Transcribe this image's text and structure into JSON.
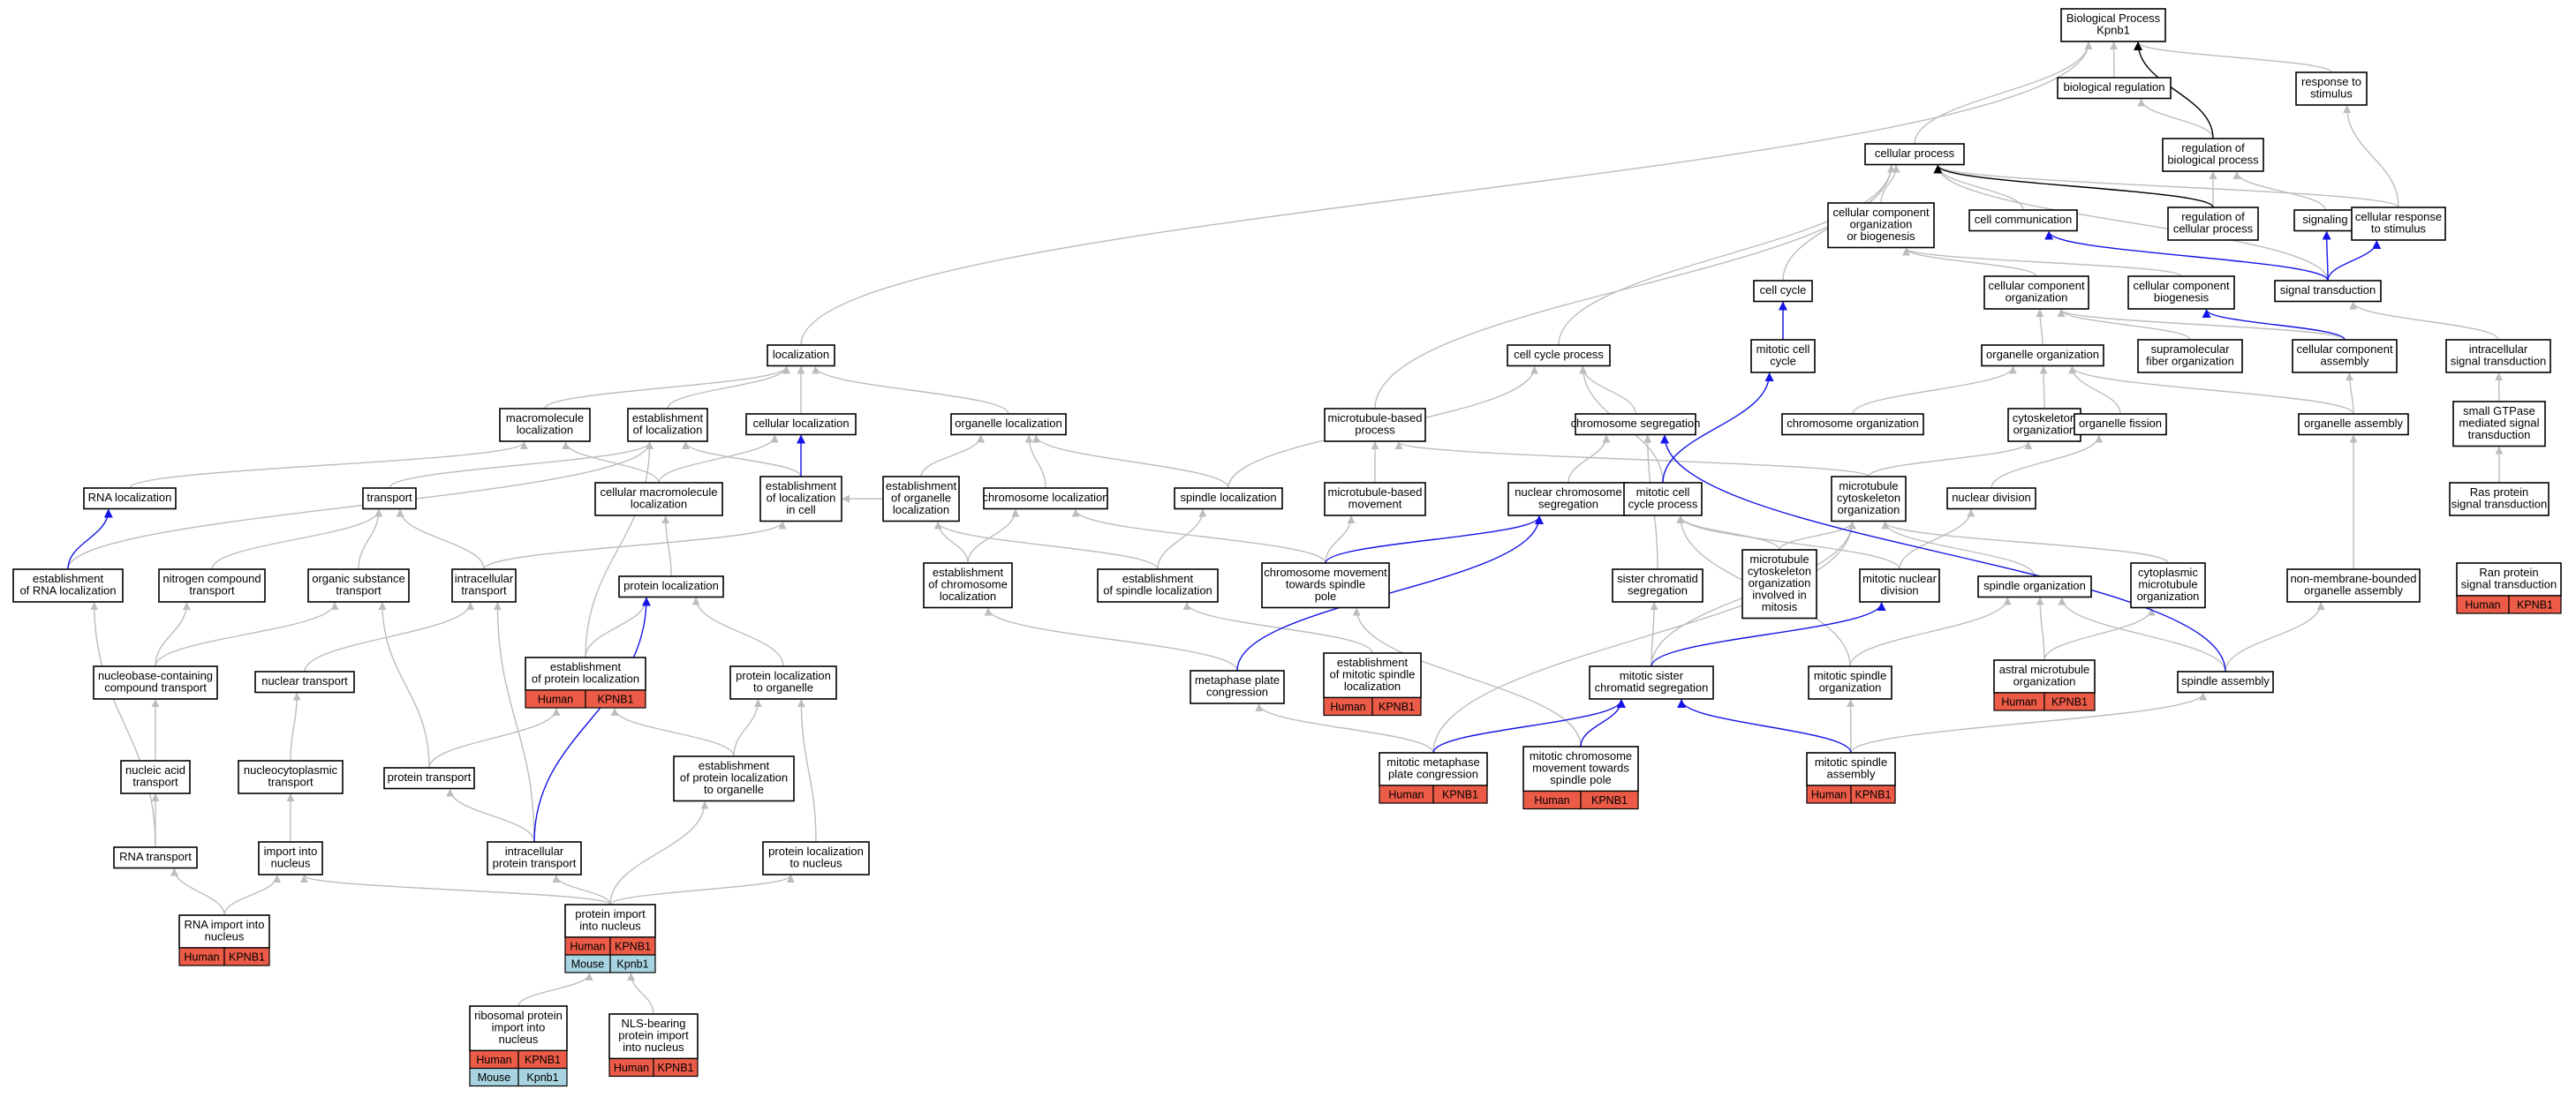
{
  "colors": {
    "edge_gray": "#bdbdbd",
    "edge_black": "#000000",
    "edge_blue": "#1414e6",
    "human_tag": "#ec5b47",
    "mouse_tag": "#a8d3e0"
  },
  "nodes": {
    "root": {
      "lines": [
        "Biological Process",
        "Kpnb1"
      ]
    },
    "biological_regulation": {
      "lines": [
        "biological regulation"
      ]
    },
    "response_to_stimulus": {
      "lines": [
        "response to",
        "stimulus"
      ]
    },
    "cellular_process": {
      "lines": [
        "cellular process"
      ]
    },
    "regulation_of_biological_process": {
      "lines": [
        "regulation of",
        "biological process"
      ]
    },
    "cellular_component_org_or_biogenesis": {
      "lines": [
        "cellular component",
        "organization",
        "or biogenesis"
      ]
    },
    "cell_communication": {
      "lines": [
        "cell communication"
      ]
    },
    "regulation_of_cellular_process": {
      "lines": [
        "regulation of",
        "cellular process"
      ]
    },
    "signaling": {
      "lines": [
        "signaling"
      ]
    },
    "cellular_response_to_stimulus": {
      "lines": [
        "cellular response",
        "to stimulus"
      ]
    },
    "cell_cycle": {
      "lines": [
        "cell cycle"
      ]
    },
    "cellular_component_organization": {
      "lines": [
        "cellular component",
        "organization"
      ]
    },
    "cellular_component_biogenesis": {
      "lines": [
        "cellular component",
        "biogenesis"
      ]
    },
    "signal_transduction": {
      "lines": [
        "signal transduction"
      ]
    },
    "localization": {
      "lines": [
        "localization"
      ]
    },
    "cell_cycle_process": {
      "lines": [
        "cell cycle process"
      ]
    },
    "mitotic_cell_cycle": {
      "lines": [
        "mitotic cell",
        "cycle"
      ]
    },
    "organelle_organization": {
      "lines": [
        "organelle organization"
      ]
    },
    "supramolecular_fiber_organization": {
      "lines": [
        "supramolecular",
        "fiber organization"
      ]
    },
    "cellular_component_assembly": {
      "lines": [
        "cellular component",
        "assembly"
      ]
    },
    "intracellular_signal_transduction": {
      "lines": [
        "intracellular",
        "signal transduction"
      ]
    },
    "macromolecule_localization": {
      "lines": [
        "macromolecule",
        "localization"
      ]
    },
    "establishment_of_localization": {
      "lines": [
        "establishment",
        "of localization"
      ]
    },
    "cellular_localization": {
      "lines": [
        "cellular localization"
      ]
    },
    "organelle_localization": {
      "lines": [
        "organelle localization"
      ]
    },
    "microtubule_based_process": {
      "lines": [
        "microtubule-based",
        "process"
      ]
    },
    "chromosome_segregation": {
      "lines": [
        "chromosome segregation"
      ]
    },
    "chromosome_organization": {
      "lines": [
        "chromosome organization"
      ]
    },
    "cytoskeleton_organization": {
      "lines": [
        "cytoskeleton",
        "organization"
      ]
    },
    "organelle_fission": {
      "lines": [
        "organelle fission"
      ]
    },
    "organelle_assembly": {
      "lines": [
        "organelle assembly"
      ]
    },
    "small_gtpase_signal_transduction": {
      "lines": [
        "small GTPase",
        "mediated signal",
        "transduction"
      ]
    },
    "rna_localization": {
      "lines": [
        "RNA localization"
      ]
    },
    "transport": {
      "lines": [
        "transport"
      ]
    },
    "cellular_macromolecule_localization": {
      "lines": [
        "cellular macromolecule",
        "localization"
      ]
    },
    "establishment_of_localization_in_cell": {
      "lines": [
        "establishment",
        "of localization",
        "in cell"
      ]
    },
    "establishment_of_organelle_localization": {
      "lines": [
        "establishment",
        "of organelle",
        "localization"
      ]
    },
    "chromosome_localization": {
      "lines": [
        "chromosome localization"
      ]
    },
    "spindle_localization": {
      "lines": [
        "spindle localization"
      ]
    },
    "microtubule_based_movement": {
      "lines": [
        "microtubule-based",
        "movement"
      ]
    },
    "nuclear_chromosome_segregation": {
      "lines": [
        "nuclear chromosome",
        "segregation"
      ]
    },
    "mitotic_cell_cycle_process": {
      "lines": [
        "mitotic cell",
        "cycle process"
      ]
    },
    "microtubule_cytoskeleton_organization": {
      "lines": [
        "microtubule",
        "cytoskeleton",
        "organization"
      ]
    },
    "nuclear_division": {
      "lines": [
        "nuclear division"
      ]
    },
    "ras_protein_signal_transduction": {
      "lines": [
        "Ras protein",
        "signal transduction"
      ]
    },
    "establishment_of_rna_localization": {
      "lines": [
        "establishment",
        "of RNA localization"
      ]
    },
    "nitrogen_compound_transport": {
      "lines": [
        "nitrogen compound",
        "transport"
      ]
    },
    "organic_substance_transport": {
      "lines": [
        "organic substance",
        "transport"
      ]
    },
    "intracellular_transport": {
      "lines": [
        "intracellular",
        "transport"
      ]
    },
    "protein_localization": {
      "lines": [
        "protein localization"
      ]
    },
    "establishment_of_chromosome_localization": {
      "lines": [
        "establishment",
        "of chromosome",
        "localization"
      ]
    },
    "establishment_of_spindle_localization": {
      "lines": [
        "establishment",
        "of spindle localization"
      ]
    },
    "chromosome_movement_towards_spindle_pole": {
      "lines": [
        "chromosome movement",
        "towards spindle",
        "pole"
      ]
    },
    "sister_chromatid_segregation": {
      "lines": [
        "sister chromatid",
        "segregation"
      ]
    },
    "microtubule_cytoskeleton_org_in_mitosis": {
      "lines": [
        "microtubule",
        "cytoskeleton",
        "organization",
        "involved in",
        "mitosis"
      ]
    },
    "mitotic_nuclear_division": {
      "lines": [
        "mitotic nuclear",
        "division"
      ]
    },
    "spindle_organization": {
      "lines": [
        "spindle organization"
      ]
    },
    "cytoplasmic_microtubule_organization": {
      "lines": [
        "cytoplasmic",
        "microtubule",
        "organization"
      ]
    },
    "non_membrane_bounded_organelle_assembly": {
      "lines": [
        "non-membrane-bounded",
        "organelle assembly"
      ]
    },
    "ran_protein_signal_transduction": {
      "lines": [
        "Ran protein",
        "signal transduction"
      ],
      "tags": [
        [
          "Human",
          "KPNB1"
        ]
      ]
    },
    "nucleobase_containing_compound_transport": {
      "lines": [
        "nucleobase-containing",
        "compound transport"
      ]
    },
    "nuclear_transport": {
      "lines": [
        "nuclear transport"
      ]
    },
    "establishment_of_protein_localization": {
      "lines": [
        "establishment",
        "of protein localization"
      ],
      "tags": [
        [
          "Human",
          "KPNB1"
        ]
      ]
    },
    "protein_localization_to_organelle": {
      "lines": [
        "protein localization",
        "to organelle"
      ]
    },
    "metaphase_plate_congression": {
      "lines": [
        "metaphase plate",
        "congression"
      ]
    },
    "establishment_of_mitotic_spindle_localization": {
      "lines": [
        "establishment",
        "of mitotic spindle",
        "localization"
      ],
      "tags": [
        [
          "Human",
          "KPNB1"
        ]
      ]
    },
    "mitotic_sister_chromatid_segregation": {
      "lines": [
        "mitotic sister",
        "chromatid segregation"
      ]
    },
    "mitotic_spindle_organization": {
      "lines": [
        "mitotic spindle",
        "organization"
      ]
    },
    "astral_microtubule_organization": {
      "lines": [
        "astral microtubule",
        "organization"
      ],
      "tags": [
        [
          "Human",
          "KPNB1"
        ]
      ]
    },
    "spindle_assembly": {
      "lines": [
        "spindle assembly"
      ]
    },
    "nucleic_acid_transport": {
      "lines": [
        "nucleic acid",
        "transport"
      ]
    },
    "nucleocytoplasmic_transport": {
      "lines": [
        "nucleocytoplasmic",
        "transport"
      ]
    },
    "protein_transport": {
      "lines": [
        "protein transport"
      ]
    },
    "establishment_of_protein_localization_to_organelle": {
      "lines": [
        "establishment",
        "of protein localization",
        "to organelle"
      ]
    },
    "mitotic_metaphase_plate_congression": {
      "lines": [
        "mitotic metaphase",
        "plate congression"
      ],
      "tags": [
        [
          "Human",
          "KPNB1"
        ]
      ]
    },
    "mitotic_chromosome_movement_towards_spindle_pole": {
      "lines": [
        "mitotic chromosome",
        "movement towards",
        "spindle pole"
      ],
      "tags": [
        [
          "Human",
          "KPNB1"
        ]
      ]
    },
    "mitotic_spindle_assembly": {
      "lines": [
        "mitotic spindle",
        "assembly"
      ],
      "tags": [
        [
          "Human",
          "KPNB1"
        ]
      ]
    },
    "rna_transport": {
      "lines": [
        "RNA transport"
      ]
    },
    "import_into_nucleus": {
      "lines": [
        "import into",
        "nucleus"
      ]
    },
    "intracellular_protein_transport": {
      "lines": [
        "intracellular",
        "protein transport"
      ]
    },
    "protein_localization_to_nucleus": {
      "lines": [
        "protein localization",
        "to nucleus"
      ]
    },
    "rna_import_into_nucleus": {
      "lines": [
        "RNA import into",
        "nucleus"
      ],
      "tags": [
        [
          "Human",
          "KPNB1"
        ]
      ]
    },
    "protein_import_into_nucleus": {
      "lines": [
        "protein import",
        "into nucleus"
      ],
      "tags": [
        [
          "Human",
          "KPNB1"
        ],
        [
          "Mouse",
          "Kpnb1"
        ]
      ]
    },
    "ribosomal_protein_import_into_nucleus": {
      "lines": [
        "ribosomal protein",
        "import into",
        "nucleus"
      ],
      "tags": [
        [
          "Human",
          "KPNB1"
        ],
        [
          "Mouse",
          "Kpnb1"
        ]
      ]
    },
    "nls_bearing_protein_import_into_nucleus": {
      "lines": [
        "NLS-bearing",
        "protein import",
        "into nucleus"
      ],
      "tags": [
        [
          "Human",
          "KPNB1"
        ]
      ]
    }
  }
}
